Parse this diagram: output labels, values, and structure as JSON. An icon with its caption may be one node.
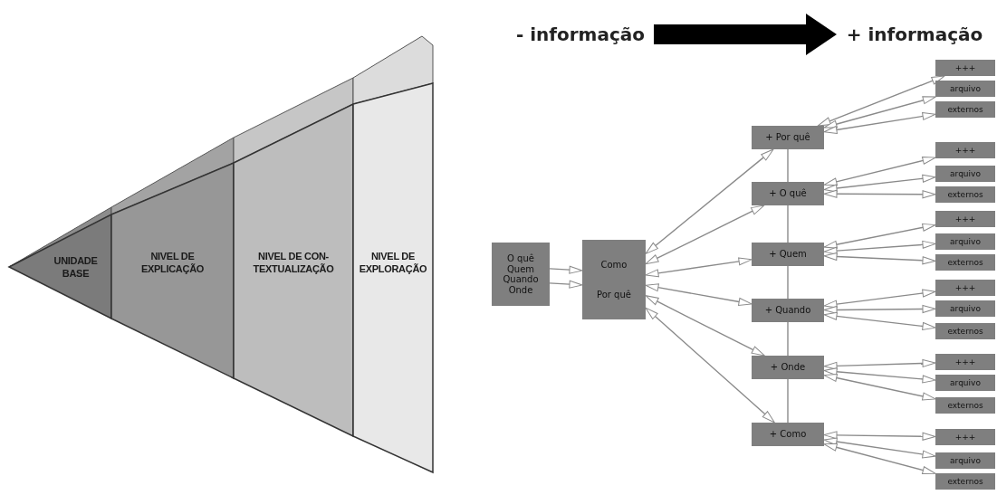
{
  "diagram": {
    "nodes": [
      {
        "text": [
          "UNIDADE BASE"
        ]
      },
      {
        "text": [
          "NIVEL DE EXPLICAÇÃO"
        ]
      },
      {
        "text": [
          "NIVEL DE CON- TEXTUALIZAÇÃO"
        ]
      },
      {
        "text": [
          "NIVEL DE EXPLORAÇÃO"
        ]
      },
      {
        "text": [
          "- informação"
        ]
      },
      {
        "text": [
          "+ informação"
        ]
      },
      {
        "text": [
          "O quê Quem Quando Onde"
        ]
      },
      {
        "text": [
          "Como",
          "Por quê"
        ]
      },
      {
        "text": [
          "+ Por quê"
        ]
      },
      {
        "text": [
          "+ O quê"
        ]
      },
      {
        "text": [
          "+ Quem"
        ]
      },
      {
        "text": [
          "+ Quando"
        ]
      },
      {
        "text": [
          "+ Onde"
        ]
      },
      {
        "text": [
          "+ Como"
        ]
      },
      {
        "text": [
          "+++"
        ]
      },
      {
        "text": [
          "arquivo"
        ]
      },
      {
        "text": [
          "externos"
        ]
      },
      {
        "text": [
          "+++"
        ]
      },
      {
        "text": [
          "arquivo"
        ]
      },
      {
        "text": [
          "externos"
        ]
      },
      {
        "text": [
          "+++"
        ]
      },
      {
        "text": [
          "arquivo"
        ]
      },
      {
        "text": [
          "externos"
        ]
      },
      {
        "text": [
          "+++"
        ]
      },
      {
        "text": [
          "arquivo"
        ]
      },
      {
        "text": [
          "externos"
        ]
      },
      {
        "text": [
          "+++"
        ]
      },
      {
        "text": [
          "arquivo"
        ]
      },
      {
        "text": [
          "externos"
        ]
      },
      {
        "text": [
          "+++"
        ]
      },
      {
        "text": [
          "arquivo"
        ]
      },
      {
        "text": [
          "externos"
        ]
      }
    ],
    "edges": [
      {
        "from": 4,
        "to": 5,
        "arrow": "to",
        "style": "thick",
        "color": "#000000"
      },
      {
        "from": 6,
        "to": 7,
        "arrow": "to"
      },
      {
        "from": 6,
        "to": 7,
        "arrow": "to"
      },
      {
        "from": 7,
        "to": 8,
        "arrow": "both"
      },
      {
        "from": 7,
        "to": 9,
        "arrow": "both"
      },
      {
        "from": 7,
        "to": 10,
        "arrow": "both"
      },
      {
        "from": 7,
        "to": 11,
        "arrow": "both"
      },
      {
        "from": 7,
        "to": 12,
        "arrow": "both"
      },
      {
        "from": 7,
        "to": 13,
        "arrow": "both"
      },
      {
        "from": 8,
        "to": 9,
        "arrow": "none"
      },
      {
        "from": 9,
        "to": 10,
        "arrow": "none"
      },
      {
        "from": 10,
        "to": 11,
        "arrow": "none"
      },
      {
        "from": 11,
        "to": 12,
        "arrow": "none"
      },
      {
        "from": 12,
        "to": 13,
        "arrow": "none"
      },
      {
        "from": 8,
        "to": 14,
        "arrow": "both"
      },
      {
        "from": 8,
        "to": 15,
        "arrow": "both"
      },
      {
        "from": 8,
        "to": 16,
        "arrow": "both"
      },
      {
        "from": 9,
        "to": 17,
        "arrow": "both"
      },
      {
        "from": 9,
        "to": 18,
        "arrow": "both"
      },
      {
        "from": 9,
        "to": 19,
        "arrow": "both"
      },
      {
        "from": 10,
        "to": 20,
        "arrow": "both"
      },
      {
        "from": 10,
        "to": 21,
        "arrow": "both"
      },
      {
        "from": 10,
        "to": 22,
        "arrow": "both"
      },
      {
        "from": 11,
        "to": 23,
        "arrow": "both"
      },
      {
        "from": 11,
        "to": 24,
        "arrow": "both"
      },
      {
        "from": 11,
        "to": 25,
        "arrow": "both"
      },
      {
        "from": 12,
        "to": 26,
        "arrow": "both"
      },
      {
        "from": 12,
        "to": 27,
        "arrow": "both"
      },
      {
        "from": 12,
        "to": 28,
        "arrow": "both"
      },
      {
        "from": 13,
        "to": 29,
        "arrow": "both"
      },
      {
        "from": 13,
        "to": 30,
        "arrow": "both"
      },
      {
        "from": 13,
        "to": 31,
        "arrow": "both"
      }
    ]
  }
}
